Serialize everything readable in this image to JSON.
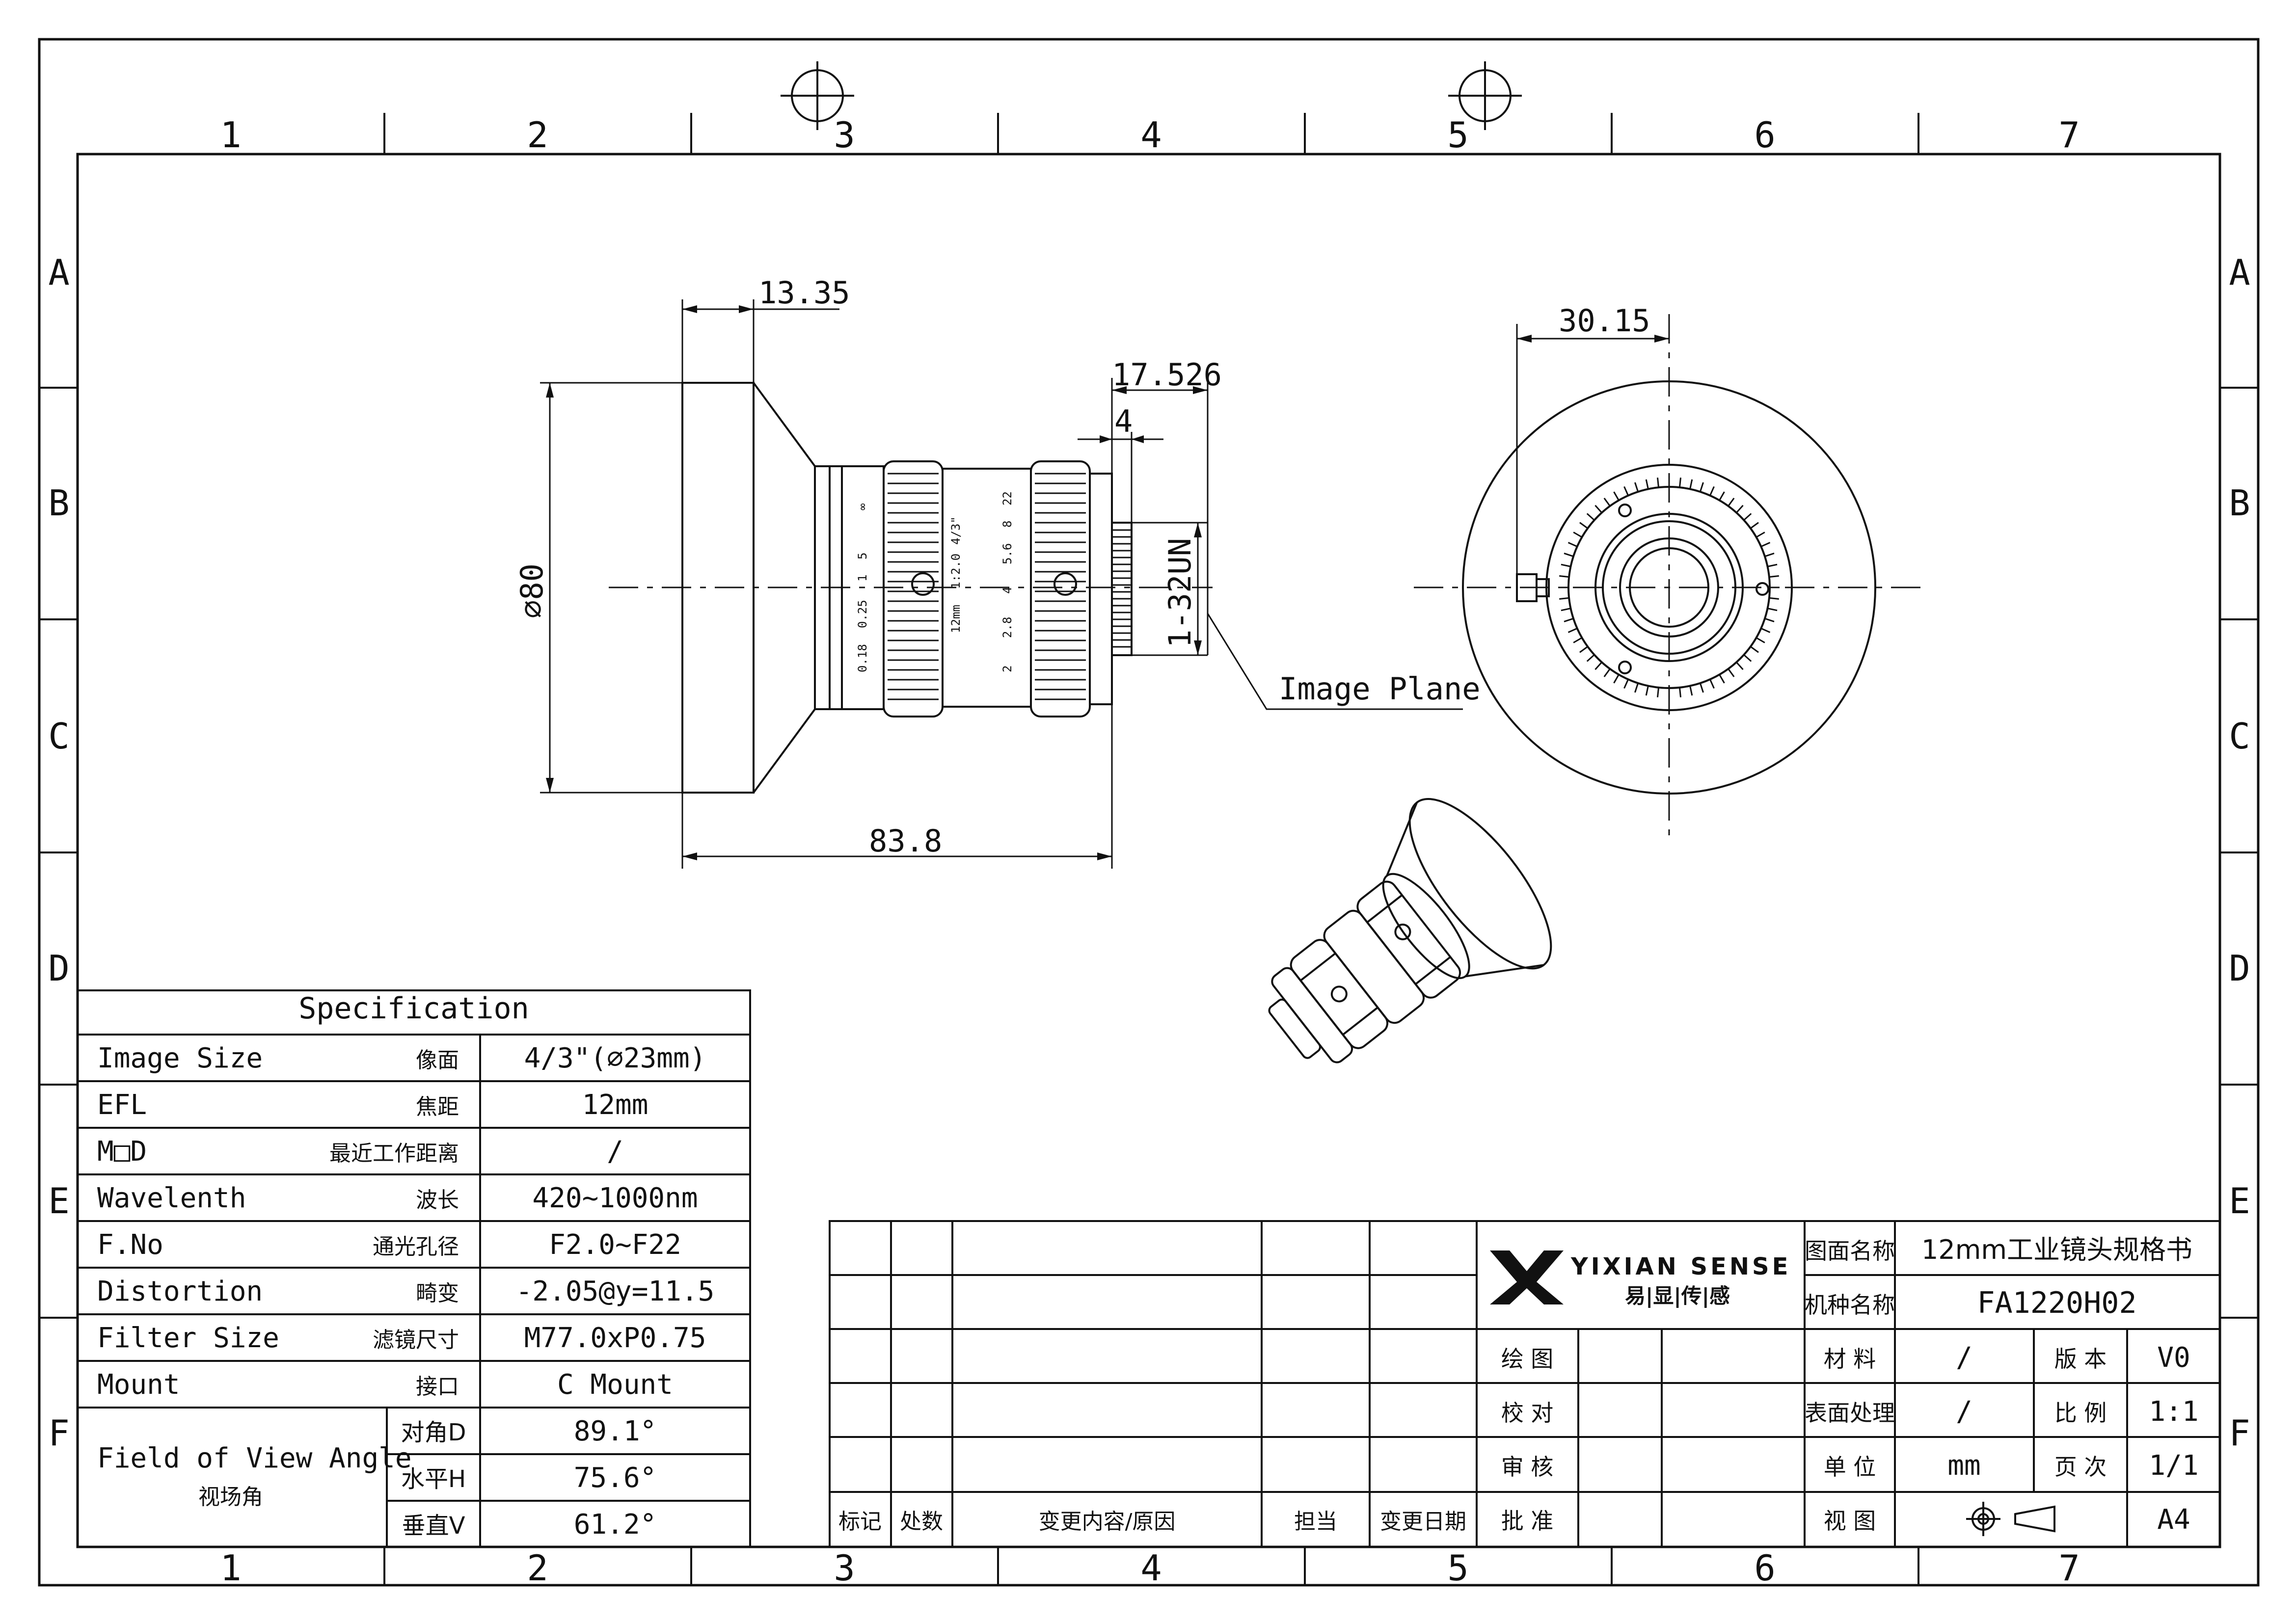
{
  "frame": {
    "columns": [
      "1",
      "2",
      "3",
      "4",
      "5",
      "6",
      "7"
    ],
    "rows": [
      "A",
      "B",
      "C",
      "D",
      "E",
      "F"
    ]
  },
  "dimensions": {
    "hood_depth": "13.35",
    "flange_back": "17.526",
    "thread_length": "4",
    "diameter": "⌀80",
    "thread": "1-32UN",
    "total_length": "83.8",
    "mount_offset": "30.15",
    "image_plane": "Image Plane"
  },
  "lens_markings": {
    "focus_scale": [
      "0.18",
      "0.25",
      "1",
      "5",
      "∞"
    ],
    "iris_scale": [
      "2",
      "2.8",
      "4",
      "5.6",
      "8",
      "22"
    ],
    "model_text": [
      "12mm",
      "1:2.0",
      "4/3\""
    ]
  },
  "spec": {
    "title": "Specification",
    "rows": [
      {
        "name": "Image Size",
        "cn": "像面",
        "value": "4/3\"(⌀23mm)"
      },
      {
        "name": "EFL",
        "cn": "焦距",
        "value": "12mm"
      },
      {
        "name": "M□D",
        "cn": "最近工作距离",
        "value": "/"
      },
      {
        "name": "Wavelenth",
        "cn": "波长",
        "value": "420~1000nm"
      },
      {
        "name": "F.No",
        "cn": "通光孔径",
        "value": "F2.0~F22"
      },
      {
        "name": "Distortion",
        "cn": "畸变",
        "value": "-2.05@y=11.5"
      },
      {
        "name": "Filter Size",
        "cn": "滤镜尺寸",
        "value": "M77.0xP0.75"
      },
      {
        "name": "Mount",
        "cn": "接口",
        "value": "C Mount"
      }
    ],
    "fov": {
      "name": "Field of View Angle",
      "cn": "视场角",
      "rows": [
        {
          "cn": "对角D",
          "value": "89.1°"
        },
        {
          "cn": "水平H",
          "value": "75.6°"
        },
        {
          "cn": "垂直V",
          "value": "61.2°"
        }
      ]
    }
  },
  "title_block": {
    "revision_headers": [
      "标记",
      "处数",
      "变更内容/原因",
      "担当",
      "变更日期"
    ],
    "brand": "YIXIAN SENSE",
    "brand_cn": "易|显|传|感",
    "sign_labels": [
      "绘 图",
      "校 对",
      "审 核",
      "批 准"
    ],
    "drawing_name_label": "图面名称",
    "drawing_name": "12mm工业镜头规格书",
    "model_label": "机种名称",
    "model": "FA1220H02",
    "material_label": "材 料",
    "material": "/",
    "version_label": "版 本",
    "version": "V0",
    "surface_label": "表面处理",
    "surface": "/",
    "scale_label": "比 例",
    "scale": "1:1",
    "unit_label": "单 位",
    "unit": "mm",
    "page_label": "页 次",
    "page": "1/1",
    "view_label": "视 图",
    "paper": "A4"
  }
}
